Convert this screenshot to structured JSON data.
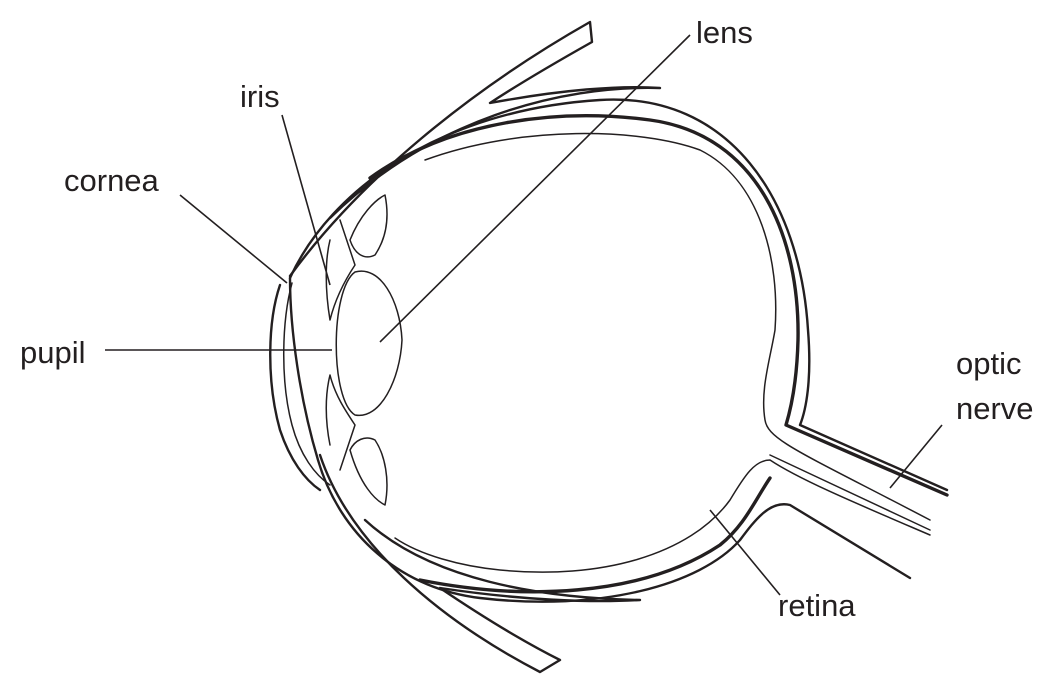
{
  "labels": {
    "lens": "lens",
    "iris": "iris",
    "cornea": "cornea",
    "pupil": "pupil",
    "optic_line1": "optic",
    "optic_line2": "nerve",
    "retina": "retina"
  }
}
